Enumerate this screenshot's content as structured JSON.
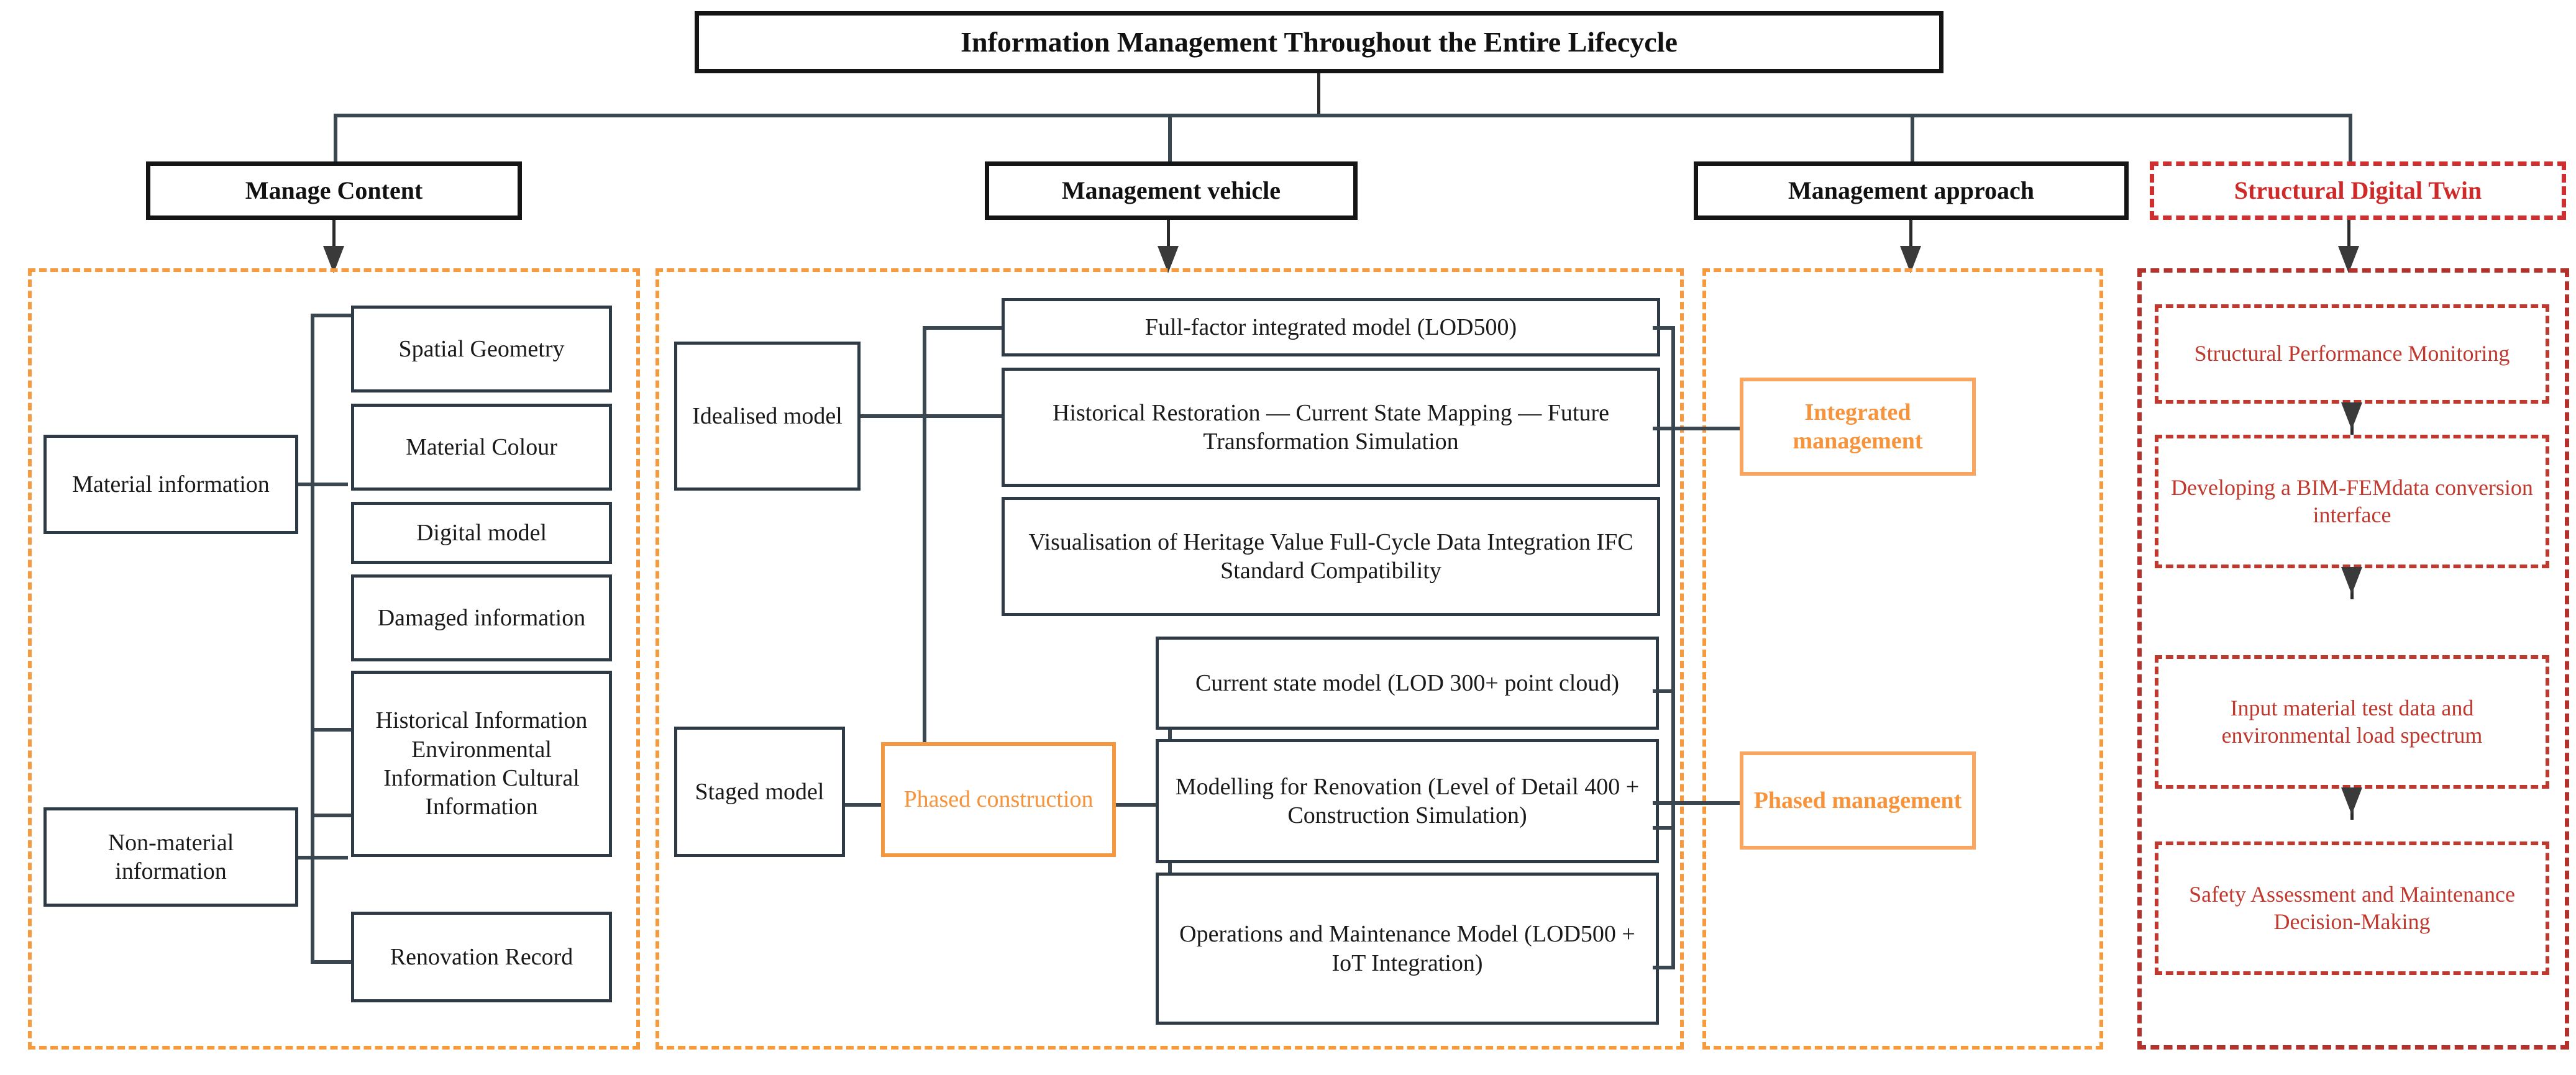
{
  "title": "Information Management Throughout the Entire Lifecycle",
  "headers": [
    {
      "label": "Manage Content"
    },
    {
      "label": "Management vehicle"
    },
    {
      "label": "Management approach"
    },
    {
      "label": "Structural Digital Twin"
    }
  ],
  "manage_content": {
    "groups": [
      {
        "parent": "Material information",
        "children": [
          "Spatial Geometry",
          "Material Colour",
          "Digital model",
          "Damaged information"
        ]
      },
      {
        "parent": "Non-material information",
        "children": [
          "Historical Information Environmental Information Cultural Information",
          "Renovation Record"
        ]
      }
    ]
  },
  "management_vehicle": {
    "groups": [
      {
        "parent": "Idealised model",
        "middle": null,
        "children": [
          "Full-factor integrated model (LOD500)",
          "Historical Restoration — Current State Mapping — Future Transformation Simulation",
          "Visualisation of Heritage Value Full-Cycle Data Integration IFC Standard Compatibility"
        ]
      },
      {
        "parent": "Staged model",
        "middle": "Phased construction",
        "children": [
          "Current state model (LOD 300+ point cloud)",
          "Modelling for Renovation (Level of Detail 400 + Construction Simulation)",
          "Operations and Maintenance Model (LOD500 + IoT Integration)"
        ]
      }
    ]
  },
  "management_approach": {
    "items": [
      "Integrated management",
      "Phased management"
    ]
  },
  "structural_digital_twin": {
    "steps": [
      "Structural Performance Monitoring",
      "Developing a BIM-FEMdata conversion interface",
      "Input material test data and environmental load spectrum",
      "Safety Assessment and Maintenance Decision-Making"
    ]
  },
  "colors": {
    "navy": "#2e3b47",
    "orange": "#f6933b",
    "red": "#c0392f",
    "black": "#141414"
  }
}
